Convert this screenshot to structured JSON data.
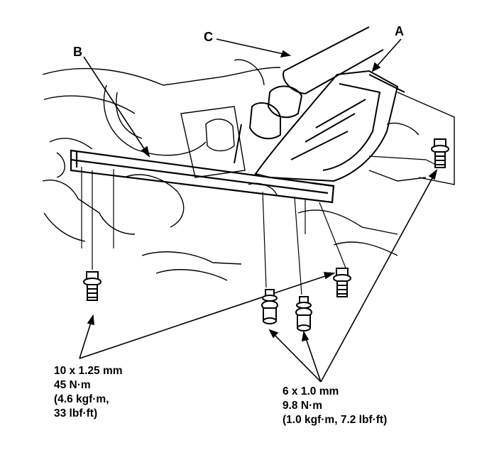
{
  "callouts": {
    "a": "A",
    "b": "B",
    "c": "C"
  },
  "specs": {
    "left": {
      "size": "10 x 1.25 mm",
      "torque": "45 N·m",
      "kgf": "(4.6 kgf·m,",
      "lbf": "33 lbf·ft)"
    },
    "right": {
      "size": "6 x 1.0 mm",
      "torque": "9.8 N·m",
      "kgf_lbf": "(1.0 kgf·m, 7.2 lbf·ft)"
    }
  },
  "colors": {
    "ink": "#000000",
    "paper": "#ffffff"
  },
  "icons": [
    "bolt-icon",
    "flange-bolt-icon"
  ]
}
